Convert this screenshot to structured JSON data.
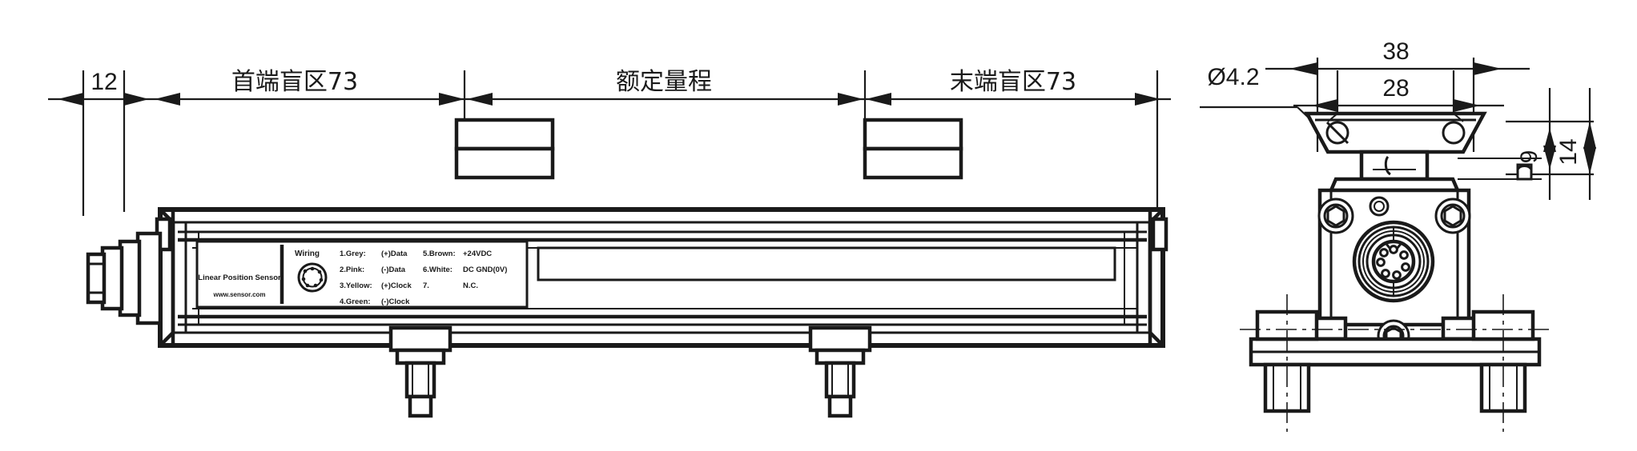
{
  "drawing": {
    "title": "Linear Position Sensor Dimensional Drawing",
    "views": {
      "side_view_name": "side-elevation-view",
      "end_view_name": "end-elevation-view"
    }
  },
  "dimensions": {
    "top": [
      {
        "id": "d12",
        "value": "12",
        "lang": "num"
      },
      {
        "id": "head_dead",
        "value": "首端盲区73",
        "lang": "cjk"
      },
      {
        "id": "rated",
        "value": "额定量程",
        "lang": "cjk"
      },
      {
        "id": "tail_dead",
        "value": "末端盲区73",
        "lang": "cjk"
      }
    ],
    "end_view": [
      {
        "id": "dia42",
        "value": "Ø4.2"
      },
      {
        "id": "w38",
        "value": "38"
      },
      {
        "id": "w28",
        "value": "28"
      },
      {
        "id": "h9",
        "value": "9"
      },
      {
        "id": "h14",
        "value": "14"
      }
    ]
  },
  "nameplate": {
    "brand_line": "Linear Position Sensor",
    "url_line": "www.sensor.com",
    "wiring_heading": "Wiring",
    "connector_name": "7-pin-connector-symbol",
    "pins_left": [
      {
        "no": "1.Grey:",
        "signal": "(+)Data"
      },
      {
        "no": "2.Pink:",
        "signal": "(-)Data"
      },
      {
        "no": "3.Yellow:",
        "signal": "(+)Clock"
      },
      {
        "no": "4.Green:",
        "signal": "(-)Clock"
      }
    ],
    "pins_right": [
      {
        "no": "5.Brown:",
        "signal": "+24VDC"
      },
      {
        "no": "6.White:",
        "signal": "DC GND(0V)"
      },
      {
        "no": "7.",
        "signal": "N.C."
      }
    ]
  },
  "colors": {
    "line": "#1a1a1a",
    "background": "#ffffff"
  }
}
